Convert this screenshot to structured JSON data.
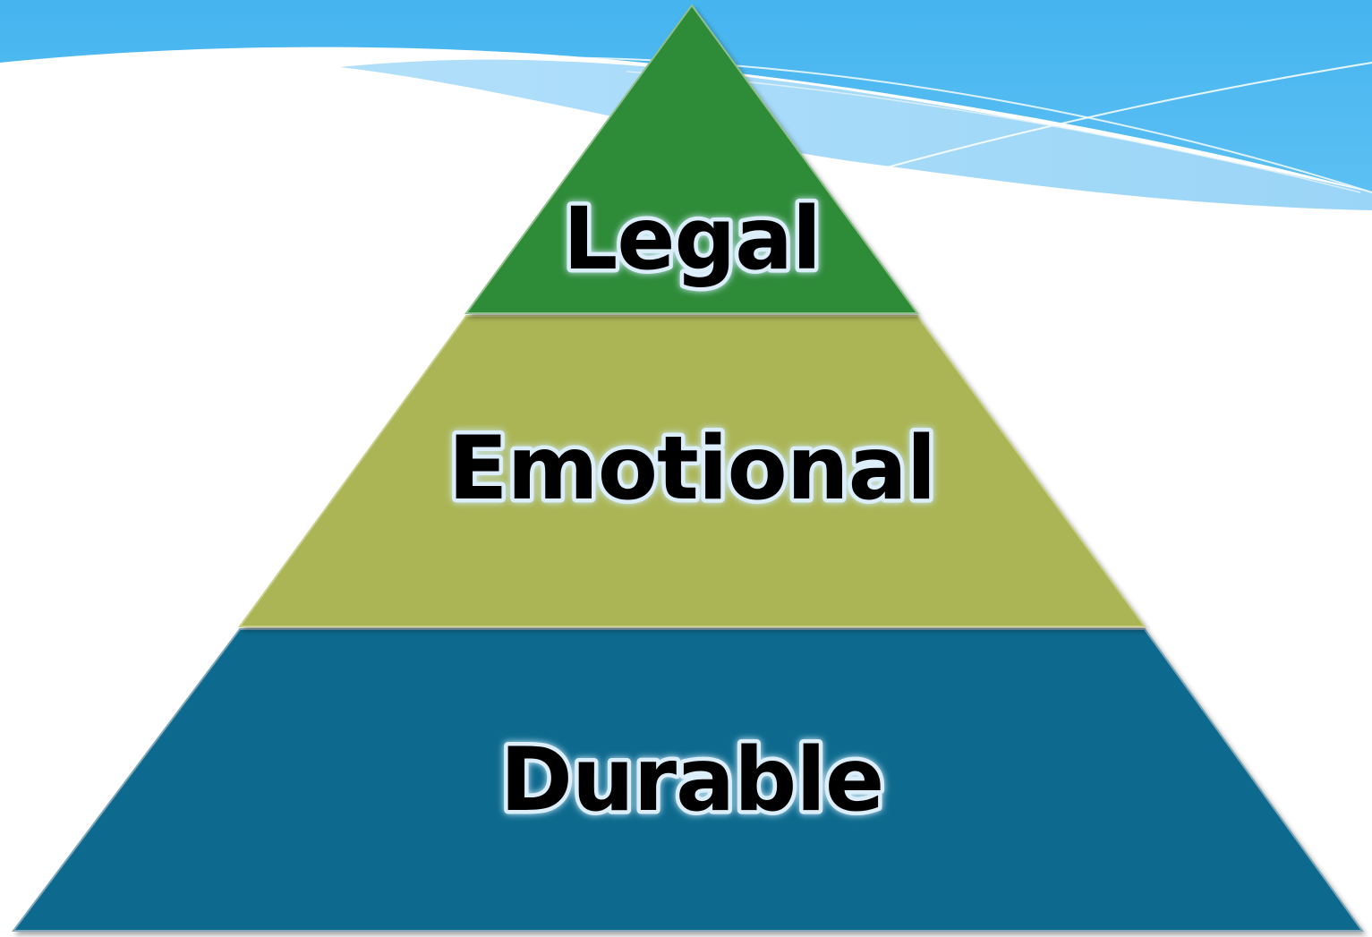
{
  "diagram": {
    "type": "pyramid",
    "tiers": [
      {
        "label": "Legal",
        "color": "#2e8b38"
      },
      {
        "label": "Emotional",
        "color": "#abb555"
      },
      {
        "label": "Durable",
        "color": "#0a6b8e"
      }
    ]
  },
  "colors": {
    "sky_top": "#45b4ef",
    "sky_light": "#a9dcfa",
    "background": "#ffffff",
    "text_halo": "#dbeefa"
  }
}
